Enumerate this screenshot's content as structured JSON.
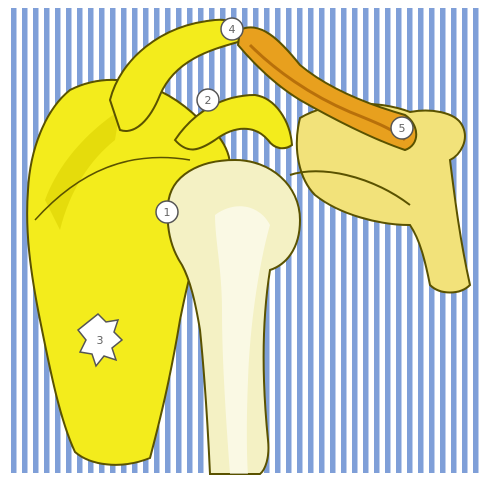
{
  "colors": {
    "stripe": "#7f9fd8",
    "background": "#ffffff",
    "scapula": "#f3ec1c",
    "scapula_shadow": "#d9cf00",
    "humerus": "#f4f1c4",
    "humerus_shaft": "#ece7b0",
    "clavicle": "#f2e27a",
    "ligament": "#e8a01e",
    "outline": "#5a5200"
  },
  "markers": [
    {
      "label": "1",
      "structure": "humeral-head"
    },
    {
      "label": "2",
      "structure": "coracoid-process"
    },
    {
      "label": "3",
      "structure": "scapula-body"
    },
    {
      "label": "4",
      "structure": "acromion"
    },
    {
      "label": "5",
      "structure": "clavicle"
    }
  ]
}
